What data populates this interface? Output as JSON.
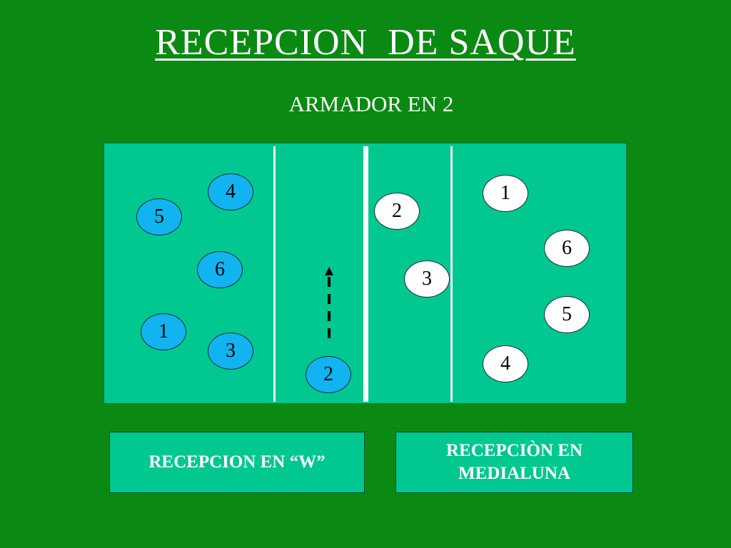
{
  "title": "RECEPCION  DE SAQUE",
  "subtitle": "ARMADOR EN 2",
  "left_team": [
    "4",
    "5",
    "6",
    "1",
    "3",
    "2"
  ],
  "right_team": [
    "1",
    "2",
    "6",
    "3",
    "5",
    "4"
  ],
  "box_left": "RECEPCION EN “W”",
  "box_right_line1": "RECEPCIÒN EN",
  "box_right_line2": "MEDIALUNA",
  "colors": {
    "background": "#0a8a12",
    "court": "#00c890",
    "left_players": "#11b4f0",
    "right_players": "#ffffff"
  }
}
